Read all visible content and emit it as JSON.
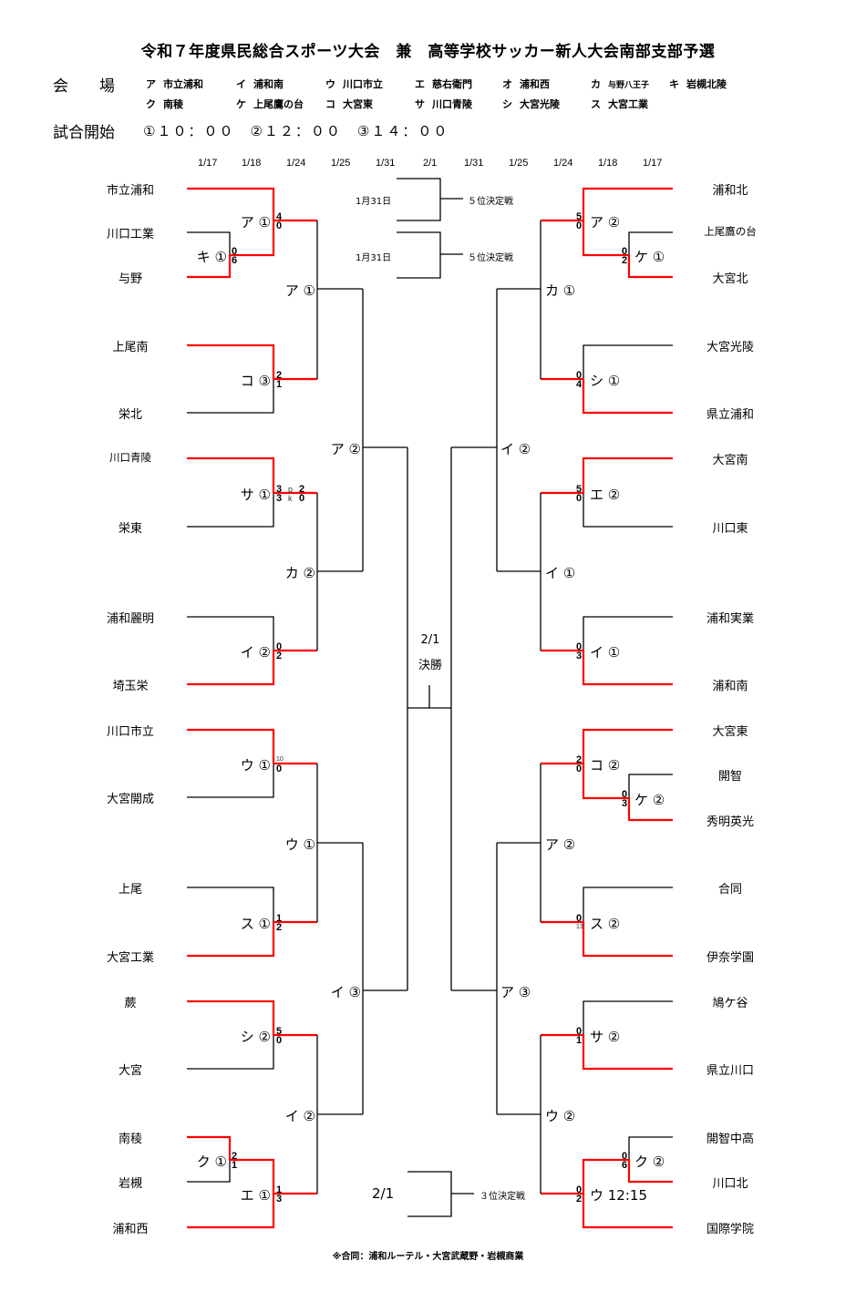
{
  "title": "令和７年度県民総合スポーツ大会　兼　高等学校サッカー新人大会南部支部予選",
  "venue_label": "会　　場",
  "venues": [
    {
      "code": "ア",
      "name": "市立浦和"
    },
    {
      "code": "イ",
      "name": "浦和南"
    },
    {
      "code": "ウ",
      "name": "川口市立"
    },
    {
      "code": "エ",
      "name": "慈右衛門"
    },
    {
      "code": "オ",
      "name": "浦和西"
    },
    {
      "code": "カ",
      "name": "与野八王子"
    },
    {
      "code": "キ",
      "name": "岩槻北陵"
    },
    {
      "code": "ク",
      "name": "南稜"
    },
    {
      "code": "ケ",
      "name": "上尾鷹の台"
    },
    {
      "code": "コ",
      "name": "大宮東"
    },
    {
      "code": "サ",
      "name": "川口青陵"
    },
    {
      "code": "シ",
      "name": "大宮光陵"
    },
    {
      "code": "ス",
      "name": "大宮工業"
    }
  ],
  "start_label": "試合開始",
  "start_times": "①１０：００　②１２：００　③１４：００",
  "dates_left": [
    "1/17",
    "1/18",
    "1/24",
    "1/25",
    "1/31"
  ],
  "date_center": "2/1",
  "dates_right": [
    "1/31",
    "1/25",
    "1/24",
    "1/18",
    "1/17"
  ],
  "left_teams": [
    "市立浦和",
    "川口工業",
    "与野",
    "上尾南",
    "栄北",
    "川口青陵",
    "栄東",
    "浦和麗明",
    "埼玉栄",
    "川口市立",
    "大宮開成",
    "上尾",
    "大宮工業",
    "蕨",
    "大宮",
    "南稜",
    "岩槻",
    "浦和西"
  ],
  "right_teams": [
    "浦和北",
    "上尾鷹の台",
    "大宮北",
    "大宮光陵",
    "県立浦和",
    "大宮南",
    "川口東",
    "浦和実業",
    "浦和南",
    "大宮東",
    "開智",
    "秀明英光",
    "合同",
    "伊奈学園",
    "鳩ケ谷",
    "県立川口",
    "開智中高",
    "川口北",
    "国際学院"
  ],
  "left_matches": [
    {
      "label": "ア ①",
      "score_top": "4",
      "score_bottom": "0"
    },
    {
      "label": "キ ①",
      "score_top": "0",
      "score_bottom": "6"
    },
    {
      "label": "コ ③",
      "score_top": "2",
      "score_bottom": "1"
    },
    {
      "label": "サ ①",
      "score_top": "3",
      "score_bottom": "3",
      "pk_label_top": "p",
      "pk_label_bottom": "k",
      "pk_top": "2",
      "pk_bottom": "0"
    },
    {
      "label": "イ ②",
      "score_top": "0",
      "score_bottom": "2"
    },
    {
      "label": "ウ ①",
      "score_top": "10",
      "score_bottom": "0"
    },
    {
      "label": "ス ①",
      "score_top": "1",
      "score_bottom": "2"
    },
    {
      "label": "シ ②",
      "score_top": "5",
      "score_bottom": "0"
    },
    {
      "label": "ク ①",
      "score_top": "2",
      "score_bottom": "1"
    },
    {
      "label": "エ ①",
      "score_top": "1",
      "score_bottom": "3"
    },
    {
      "label": "ア ①"
    },
    {
      "label": "カ ②"
    },
    {
      "label": "ウ ①"
    },
    {
      "label": "イ ②"
    },
    {
      "label": "ア ②"
    },
    {
      "label": "イ ③"
    }
  ],
  "right_matches": [
    {
      "label": "ア ②",
      "score_top": "5",
      "score_bottom": "0"
    },
    {
      "label": "ケ ①",
      "score_top": "0",
      "score_bottom": "2"
    },
    {
      "label": "シ ①",
      "score_top": "0",
      "score_bottom": "4"
    },
    {
      "label": "エ ②",
      "score_top": "5",
      "score_bottom": "0"
    },
    {
      "label": "イ ①",
      "score_top": "0",
      "score_bottom": "3"
    },
    {
      "label": "コ ②",
      "score_top": "2",
      "score_bottom": "0"
    },
    {
      "label": "ケ ②",
      "score_top": "0",
      "score_bottom": "3"
    },
    {
      "label": "ス ②",
      "score_top": "0",
      "score_bottom": "13"
    },
    {
      "label": "サ ②",
      "score_top": "0",
      "score_bottom": "1"
    },
    {
      "label": "ク ②",
      "score_top": "0",
      "score_bottom": "6"
    },
    {
      "label": "ウ 12:15",
      "score_top": "0",
      "score_bottom": "2"
    },
    {
      "label": "カ ①"
    },
    {
      "label": "イ ①"
    },
    {
      "label": "ア ②"
    },
    {
      "label": "ウ ②"
    },
    {
      "label": "イ ②"
    },
    {
      "label": "ア ③"
    }
  ],
  "fifth_place": [
    {
      "date": "1月31日",
      "label": "５位決定戦"
    },
    {
      "date": "1月31日",
      "label": "５位決定戦"
    }
  ],
  "final": {
    "date": "2/1",
    "label": "決勝"
  },
  "third_place": {
    "date": "2/1",
    "label": "３位決定戦"
  },
  "footnote": "※合同：浦和ルーテル・大宮武蔵野・岩槻商業",
  "colors": {
    "winner_line": "#ff0000",
    "line": "#000000"
  }
}
